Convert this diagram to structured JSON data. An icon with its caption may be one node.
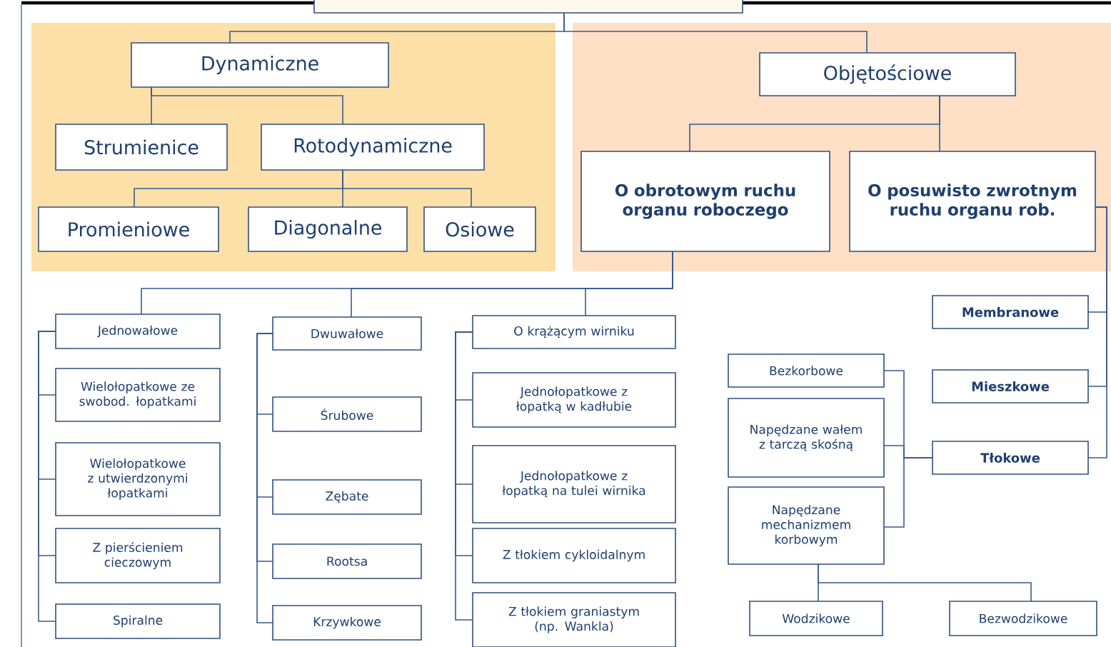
{
  "diagram": {
    "nodes": [
      {
        "text": [],
        "shape": "box"
      },
      {
        "text": [
          "Dynamiczne"
        ]
      },
      {
        "text": [
          "Objętościowe"
        ]
      },
      {
        "text": [
          "Strumienice"
        ]
      },
      {
        "text": [
          "Rotodynamiczne"
        ]
      },
      {
        "text": [
          "O obrotowym ruchu organu roboczego"
        ]
      },
      {
        "text": [
          "O posuwisto zwrotnym ruchu organu rob."
        ]
      },
      {
        "text": [
          "Promieniowe"
        ]
      },
      {
        "text": [
          "Diagonalne"
        ]
      },
      {
        "text": [
          "Osiowe"
        ]
      },
      {
        "text": [
          "Jednowałowe"
        ]
      },
      {
        "text": [
          "Wielołopatkowe ze swobod. łopatkami"
        ]
      },
      {
        "text": [
          "Wielołopatkowe z utwierdzonymi łopatkami"
        ]
      },
      {
        "text": [
          "Z pierścieniem cieczowym"
        ]
      },
      {
        "text": [
          "Spiralne"
        ]
      },
      {
        "text": [
          "Dwuwałowe"
        ]
      },
      {
        "text": [
          "Śrubowe"
        ]
      },
      {
        "text": [
          "Zębate"
        ]
      },
      {
        "text": [
          "Rootsa"
        ]
      },
      {
        "text": [
          "Krzywkowe"
        ]
      },
      {
        "text": [
          "O krążącym wirniku"
        ]
      },
      {
        "text": [
          "Jednołopatkowe z łopatką w kadłubie"
        ]
      },
      {
        "text": [
          "Jednołopatkowe z łopatką na tulei wirnika"
        ]
      },
      {
        "text": [
          "Z tłokiem cykloidalnym"
        ]
      },
      {
        "text": [
          "Z tłokiem graniastym (np. Wankla)"
        ]
      },
      {
        "text": [
          "Membranowe"
        ]
      },
      {
        "text": [
          "Mieszkowe"
        ]
      },
      {
        "text": [
          "Tłokowe"
        ]
      },
      {
        "text": [
          "Bezkorbowe"
        ]
      },
      {
        "text": [
          "Napędzane wałem z tarczą skośną"
        ]
      },
      {
        "text": [
          "Napędzane mechanizmem korbowym"
        ]
      },
      {
        "text": [
          "Wodzikowe"
        ]
      },
      {
        "text": [
          "Bezwodzikowe"
        ]
      }
    ],
    "edges": [
      {
        "from": 0,
        "to": 1,
        "arrow": "none"
      },
      {
        "from": 0,
        "to": 2,
        "arrow": "none"
      },
      {
        "from": 1,
        "to": 3,
        "arrow": "none"
      },
      {
        "from": 1,
        "to": 4,
        "arrow": "none"
      },
      {
        "from": 4,
        "to": 7,
        "arrow": "none"
      },
      {
        "from": 4,
        "to": 8,
        "arrow": "none"
      },
      {
        "from": 4,
        "to": 9,
        "arrow": "none"
      },
      {
        "from": 2,
        "to": 5,
        "arrow": "none"
      },
      {
        "from": 2,
        "to": 6,
        "arrow": "none"
      },
      {
        "from": 5,
        "to": 10,
        "arrow": "none"
      },
      {
        "from": 5,
        "to": 15,
        "arrow": "none"
      },
      {
        "from": 5,
        "to": 20,
        "arrow": "none"
      },
      {
        "from": 10,
        "to": 11,
        "arrow": "none"
      },
      {
        "from": 10,
        "to": 12,
        "arrow": "none"
      },
      {
        "from": 10,
        "to": 13,
        "arrow": "none"
      },
      {
        "from": 10,
        "to": 14,
        "arrow": "none"
      },
      {
        "from": 15,
        "to": 16,
        "arrow": "none"
      },
      {
        "from": 15,
        "to": 17,
        "arrow": "none"
      },
      {
        "from": 15,
        "to": 18,
        "arrow": "none"
      },
      {
        "from": 15,
        "to": 19,
        "arrow": "none"
      },
      {
        "from": 20,
        "to": 21,
        "arrow": "none"
      },
      {
        "from": 20,
        "to": 22,
        "arrow": "none"
      },
      {
        "from": 20,
        "to": 23,
        "arrow": "none"
      },
      {
        "from": 20,
        "to": 24,
        "arrow": "none"
      },
      {
        "from": 6,
        "to": 25,
        "arrow": "none"
      },
      {
        "from": 6,
        "to": 26,
        "arrow": "none"
      },
      {
        "from": 6,
        "to": 27,
        "arrow": "none"
      },
      {
        "from": 27,
        "to": 28,
        "arrow": "none"
      },
      {
        "from": 27,
        "to": 29,
        "arrow": "none"
      },
      {
        "from": 27,
        "to": 30,
        "arrow": "none"
      },
      {
        "from": 30,
        "to": 31,
        "arrow": "none"
      },
      {
        "from": 30,
        "to": 32,
        "arrow": "none"
      }
    ]
  }
}
